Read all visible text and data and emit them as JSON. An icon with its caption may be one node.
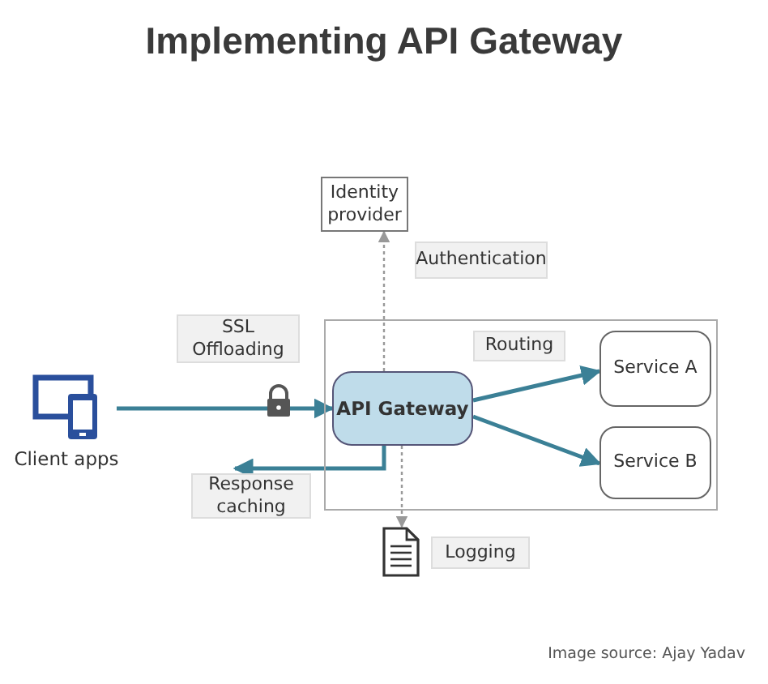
{
  "diagram": {
    "title": "Implementing API Gateway",
    "caption": "Image source: Ajay Yadav",
    "nodes": [
      {
        "text": [
          "Identity provider"
        ]
      },
      {
        "text": [
          "Authentication"
        ]
      },
      {
        "text": [
          "SSL Offloading"
        ]
      },
      {
        "text": [],
        "shape": "box"
      },
      {
        "text": [
          "Routing"
        ],
        "in": 3
      },
      {
        "text": [
          "API Gateway"
        ],
        "in": 3
      },
      {
        "text": [
          "Service A"
        ],
        "in": 3
      },
      {
        "text": [
          "Service B"
        ],
        "in": 3
      },
      {
        "text": [
          "Client apps"
        ]
      },
      {
        "text": [
          "Response caching"
        ]
      },
      {
        "text": [],
        "shape": "document"
      },
      {
        "text": [
          "Logging"
        ]
      }
    ],
    "edges": [
      {
        "from": 8,
        "to": 5,
        "arrow": "to"
      },
      {
        "from": 5,
        "to": 6,
        "arrow": "to"
      },
      {
        "from": 5,
        "to": 7,
        "arrow": "to"
      },
      {
        "from": 5,
        "to": 9,
        "arrow": "to"
      },
      {
        "from": 5,
        "to": 0,
        "arrow": "to",
        "style": "dashed",
        "color": "#999999"
      },
      {
        "from": 5,
        "to": 10,
        "arrow": "to",
        "style": "dashed",
        "color": "#999999"
      }
    ]
  }
}
